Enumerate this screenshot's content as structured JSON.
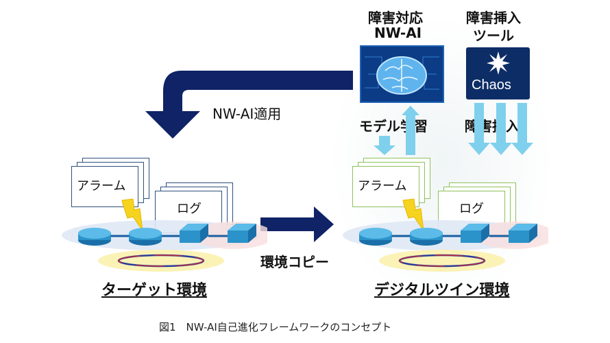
{
  "nwai": {
    "title_line1": "障害対応",
    "title_line2": "NW-AI"
  },
  "tool": {
    "title_line1": "障害挿入",
    "title_line2": "ツール",
    "logo_text": "Chaos"
  },
  "labels": {
    "apply": "NW-AI適用",
    "model_learning": "モデル学習",
    "fault_insert": "障害挿入",
    "env_copy": "環境コピー"
  },
  "target": {
    "alarm": "アラーム",
    "log": "ログ",
    "title": "ターゲット環境"
  },
  "twin": {
    "alarm": "アラーム",
    "log": "ログ",
    "title": "デジタルツイン環境"
  },
  "caption": "図1　NW-AI自己進化フレームワークのコンセプト",
  "colors": {
    "navy": "#0f2366",
    "light_blue_arrow": "#7fd0ec",
    "doc_blue": "#2d4f7c",
    "doc_green": "#8cc25a",
    "router": "#2b93c9"
  }
}
